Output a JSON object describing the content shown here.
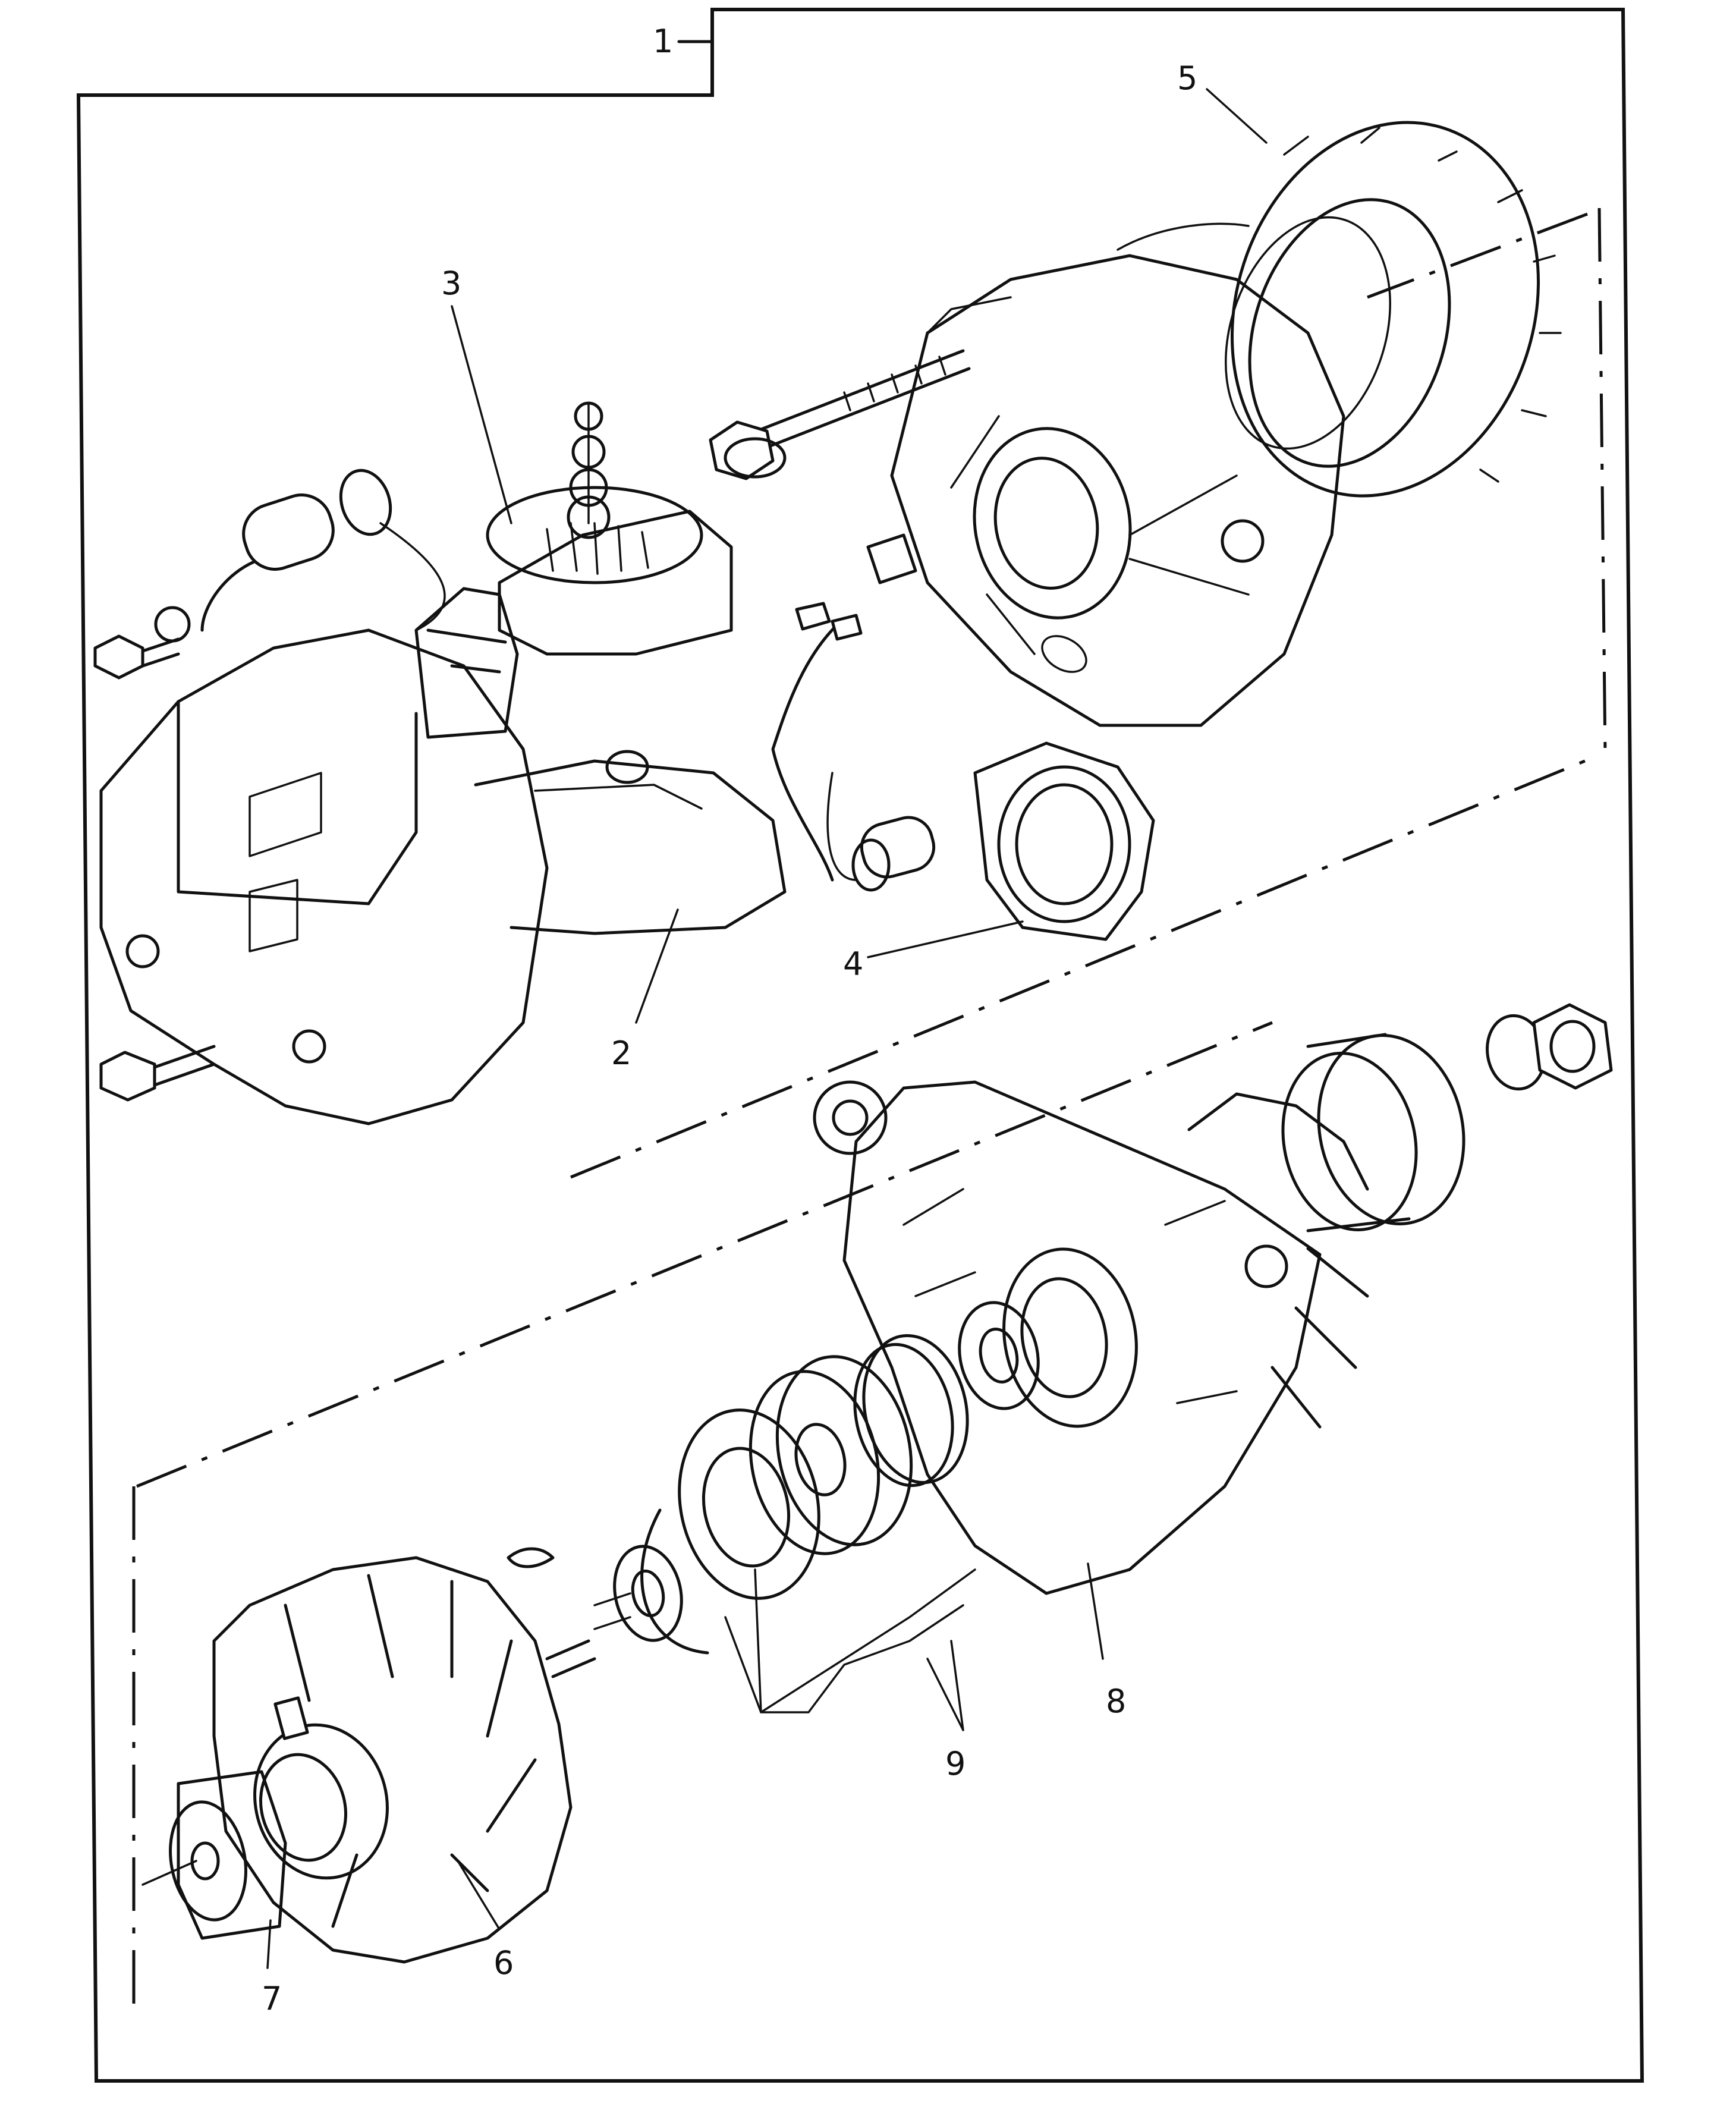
{
  "callouts": [
    {
      "id": "1"
    },
    {
      "id": "2"
    },
    {
      "id": "3"
    },
    {
      "id": "4"
    },
    {
      "id": "5"
    },
    {
      "id": "6"
    },
    {
      "id": "7"
    },
    {
      "id": "8"
    },
    {
      "id": "9"
    }
  ]
}
